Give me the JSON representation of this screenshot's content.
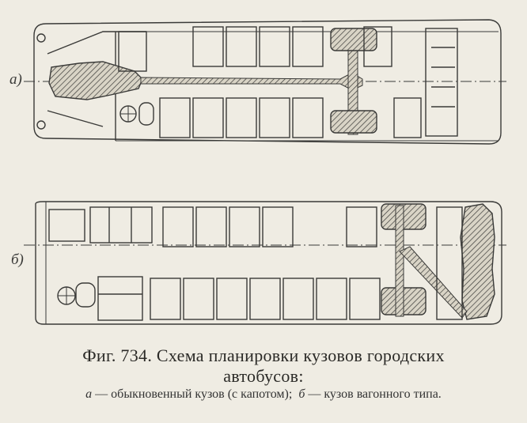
{
  "figure": {
    "label_a": "а)",
    "label_b": "б)"
  },
  "caption": {
    "title_line1": "Фиг. 734. Схема планировки кузовов городских",
    "title_line2": "автобусов:",
    "legend_a_key": "а",
    "legend_a_text": " — обыкновенный кузов (с капотом);",
    "legend_b_key": "б",
    "legend_b_text": " — кузов вагонного типа."
  }
}
